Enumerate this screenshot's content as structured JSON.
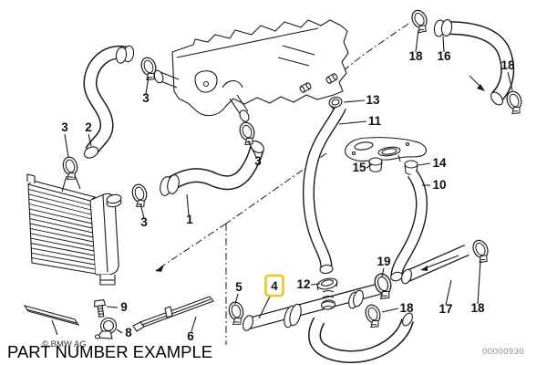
{
  "diagram": {
    "caption": "PART NUMBER EXAMPLE",
    "copyright": "© BMW AG",
    "doc_number": "00000930",
    "highlighted_part": "4",
    "highlight_color": "#F0C41E",
    "line_color": "#1a1a1a",
    "background": "#ffffff",
    "labels": {
      "clamp_3_a": "3",
      "hose_2": "2",
      "clamp_3_b": "3",
      "clamp_3_c": "3",
      "clamp_3_d": "3",
      "hose_1": "1",
      "bolt_9": "9",
      "clamp_8": "8",
      "strip_6": "6",
      "clamp_5": "5",
      "pipe_4": "4",
      "sensor_12": "12",
      "fitting_13": "13",
      "hose_11": "11",
      "fitting_15": "15",
      "fitting_14": "14",
      "hose_10": "10",
      "hose_16": "16",
      "pipe_17": "17",
      "clamp_19": "19",
      "clamp_18_a": "18",
      "clamp_18_b": "18",
      "clamp_18_c": "18",
      "clamp_18_d": "18"
    }
  }
}
